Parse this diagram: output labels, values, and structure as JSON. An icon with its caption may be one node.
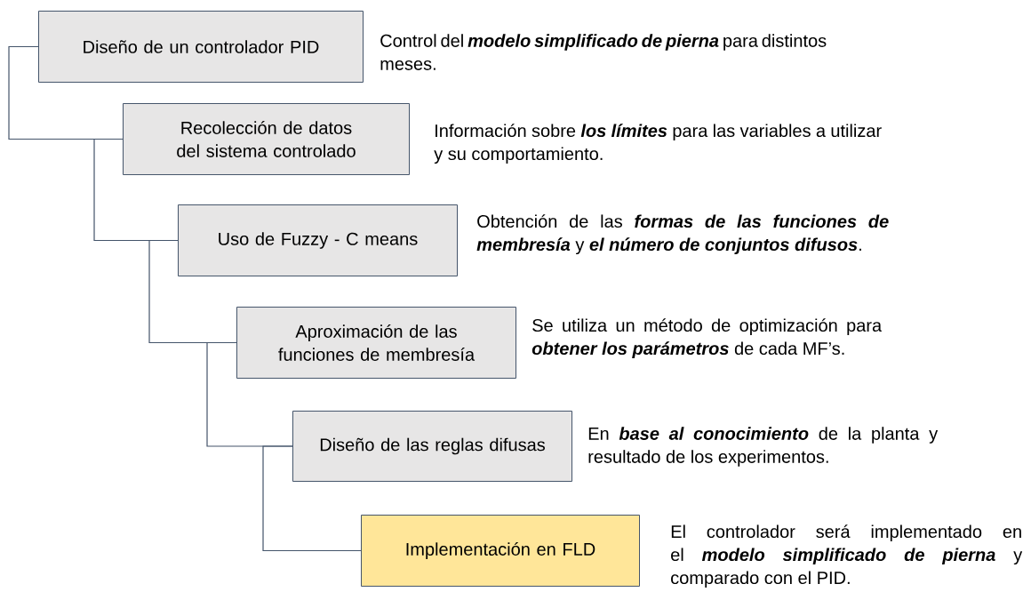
{
  "diagram": {
    "nodes": [
      {
        "text": [
          "Diseño de un controlador PID"
        ],
        "beside": [
          "Control del **modelo simplificado de pierna** para distintos meses."
        ]
      },
      {
        "text": [
          "Recolección de datos del sistema controlado"
        ],
        "beside": [
          "Información sobre **los límites** para las variables a utilizar y su comportamiento."
        ]
      },
      {
        "text": [
          "Uso de Fuzzy - C means"
        ],
        "beside": [
          "Obtención de las **formas de las funciones de membresía** y **el número de conjuntos difusos**."
        ]
      },
      {
        "text": [
          "Aproximación de las funciones de membresía"
        ],
        "beside": [
          "Se utiliza un método de optimización para **obtener los parámetros** de cada MF’s."
        ]
      },
      {
        "text": [
          "Diseño de las reglas difusas"
        ],
        "beside": [
          "En **base al conocimiento** de la planta y resultado de los experimentos."
        ]
      },
      {
        "text": [
          "Implementación en FLD"
        ],
        "beside": [
          "El controlador será implementado en el **modelo simplificado de pierna** y comparado con el PID."
        ]
      }
    ],
    "edges": [
      {
        "from": 0,
        "to": 1,
        "arrow": "none"
      },
      {
        "from": 1,
        "to": 2,
        "arrow": "none"
      },
      {
        "from": 2,
        "to": 3,
        "arrow": "none"
      },
      {
        "from": 3,
        "to": 4,
        "arrow": "none"
      },
      {
        "from": 4,
        "to": 5,
        "arrow": "none",
        "color": "#44546a"
      }
    ]
  }
}
